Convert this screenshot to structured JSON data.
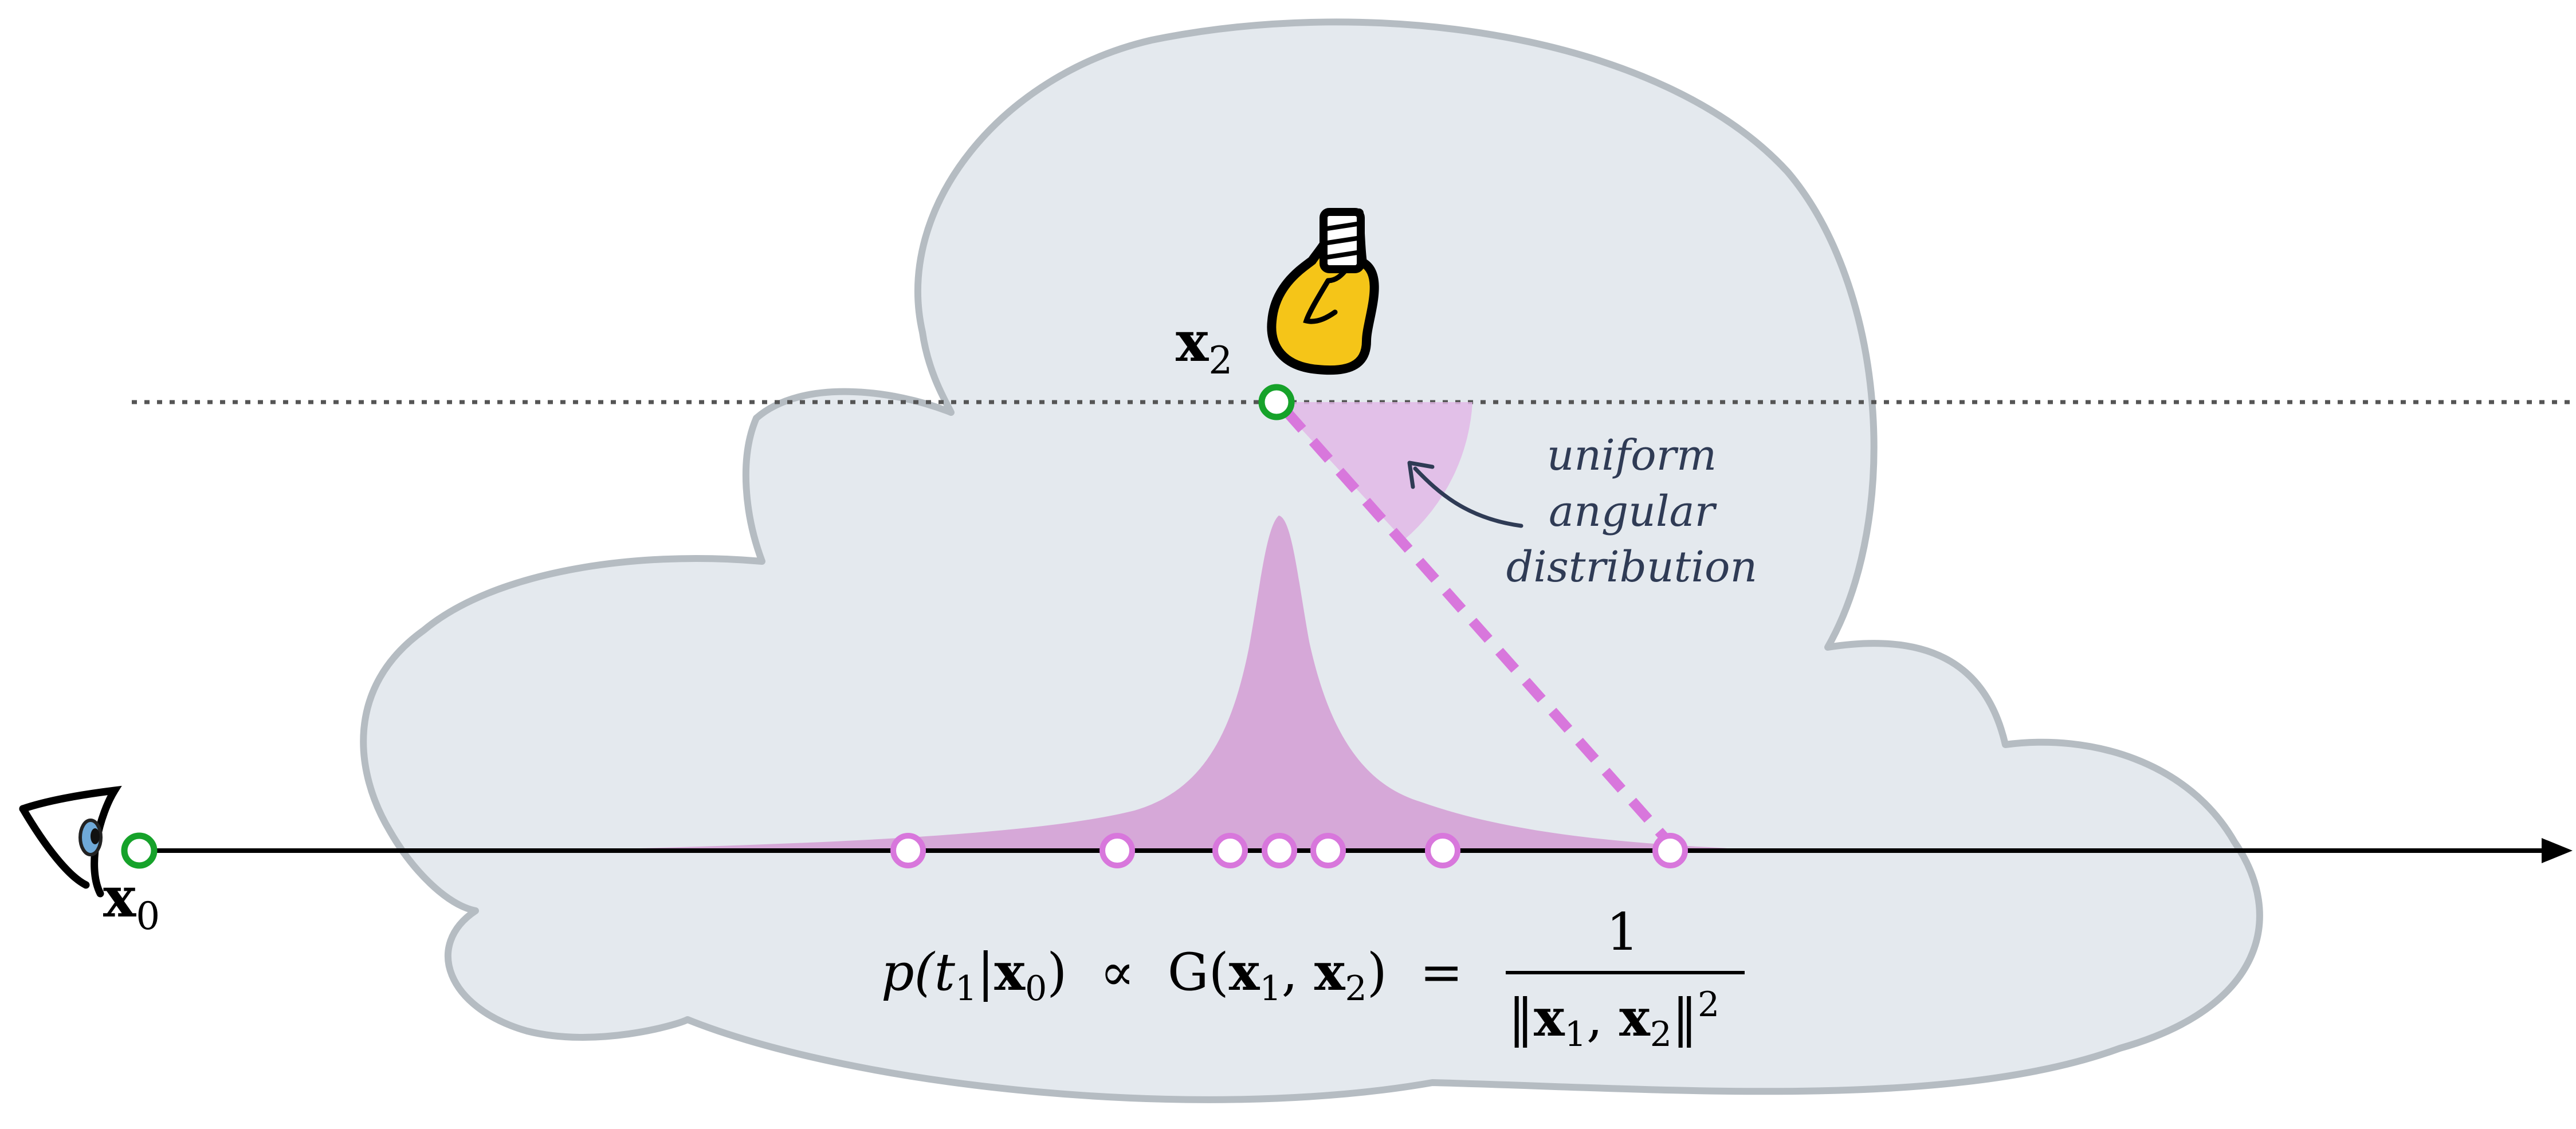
{
  "colors": {
    "cloud_fill": "#e4e9ee",
    "cloud_stroke": "#b5bcc2",
    "density_fill": "#d6a8d8",
    "wedge_fill": "#e2b8e6",
    "sample_stroke": "#d877dc",
    "endpoint_stroke": "#16a22a",
    "ray": "#000000",
    "annotation": "#2f3b55",
    "bulb": "#f5c518"
  },
  "icons": {
    "eye": "eye-icon",
    "light": "light-bulb-icon",
    "arrow": "curved-arrow-icon"
  },
  "labels": {
    "x0_base": "x",
    "x0_sub": "0",
    "x2_base": "x",
    "x2_sub": "2",
    "annotation_line1": "uniform",
    "annotation_line2": "angular",
    "annotation_line3": "distribution",
    "formula_lhs": "p(t",
    "formula_lhs_sub": "1",
    "formula_lhs_mid": "|",
    "formula_lhs_x": "x",
    "formula_lhs_x_sub": "0",
    "formula_lhs_close": ")  ∝  G(",
    "formula_g_x1": "x",
    "formula_g_x1_sub": "1",
    "formula_g_comma": ", ",
    "formula_g_x2": "x",
    "formula_g_x2_sub": "2",
    "formula_g_close": ")  =",
    "formula_num": "1",
    "formula_den_open": "‖",
    "formula_den_x1": "x",
    "formula_den_x1_sub": "1",
    "formula_den_comma": ", ",
    "formula_den_x2": "x",
    "formula_den_x2_sub": "2",
    "formula_den_close": "‖",
    "formula_den_pow": "2"
  },
  "samples": {
    "count": 7,
    "highlighted": 1
  }
}
